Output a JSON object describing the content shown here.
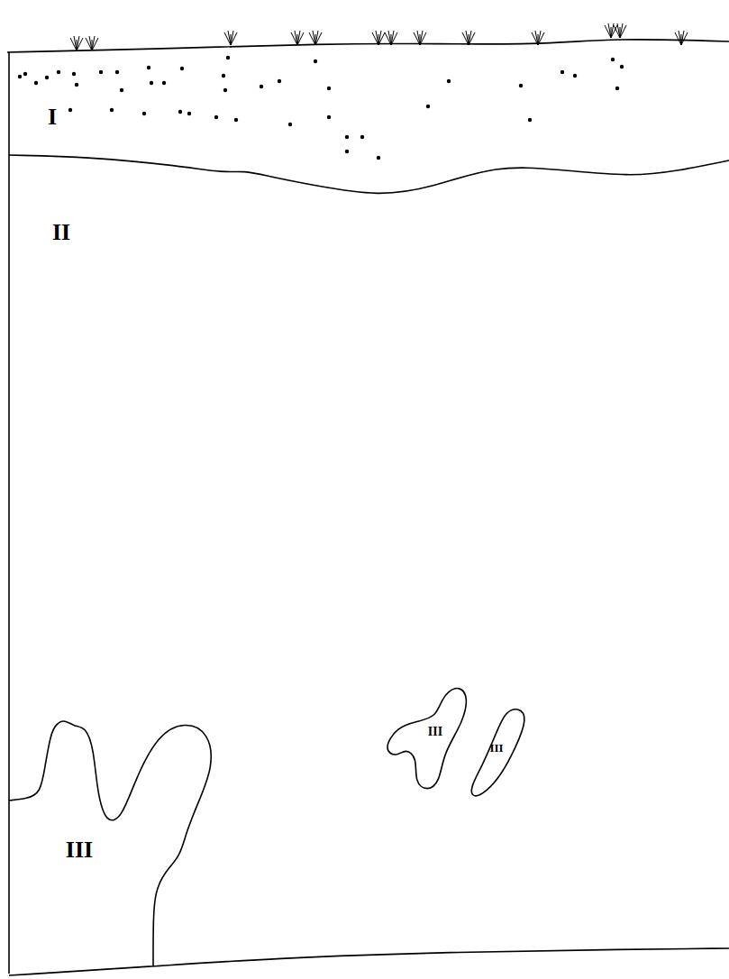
{
  "diagram": {
    "labels": [
      "I",
      "II",
      "III",
      "III",
      "III"
    ]
  }
}
